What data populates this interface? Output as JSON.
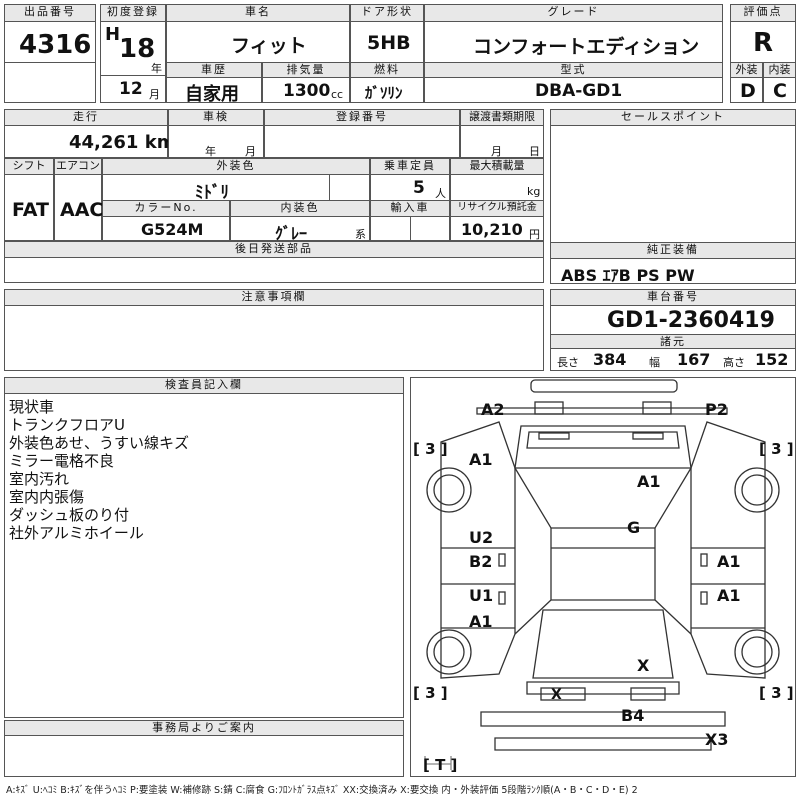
{
  "header": {
    "lot_label": "出品番号",
    "lot_no": "4316",
    "first_reg_label": "初度登録",
    "era": "H",
    "year": "18",
    "year_unit": "年",
    "month": "12",
    "month_unit": "月",
    "car_name_label": "車名",
    "car_name": "フィット",
    "door_label": "ドア形状",
    "door": "5HB",
    "grade_label": "グレード",
    "grade": "コンフォートエディション",
    "score_label": "評価点",
    "score": "R",
    "history_label": "車歴",
    "history": "自家用",
    "displacement_label": "排気量",
    "displacement": "1300",
    "displacement_unit": "cc",
    "fuel_label": "燃料",
    "fuel": "ｶﾞｿﾘﾝ",
    "model_label": "型式",
    "model": "DBA-GD1",
    "exterior_label": "外装",
    "exterior": "D",
    "interior_label": "内装",
    "interior": "C"
  },
  "details": {
    "mileage_label": "走行",
    "mileage": "44,261 km",
    "inspection_label": "車検",
    "year_unit": "年",
    "month_unit": "月",
    "day_unit": "日",
    "reg_no_label": "登録番号",
    "transfer_label": "譲渡書類期限",
    "shift_label": "シフト",
    "shift": "FAT",
    "ac_label": "エアコン",
    "ac": "AAC",
    "ext_color_label": "外装色",
    "ext_color": "ﾐﾄﾞﾘ",
    "capacity_label": "乗車定員",
    "capacity": "5",
    "capacity_unit": "人",
    "max_load_label": "最大積載量",
    "max_load_unit": "kg",
    "color_no_label": "カラーNo.",
    "color_no": "G524M",
    "int_color_label": "内装色",
    "int_color": "ｸﾞﾚｰ",
    "int_color_unit": "系",
    "import_label": "輸入車",
    "recycle_label": "リサイクル預託金",
    "recycle": "10,210",
    "recycle_unit": "円",
    "later_parts_label": "後日発送部品",
    "notes_label": "注意事項欄"
  },
  "sales": {
    "sales_points_label": "セールスポイント",
    "equipment_label": "純正装備",
    "equipment": "ABS ｴｱB PS PW",
    "chassis_label": "車台番号",
    "chassis": "GD1-2360419",
    "spec_label": "諸元",
    "length_label": "長さ",
    "length": "384",
    "width_label": "幅",
    "width": "167",
    "height_label": "高さ",
    "height": "152"
  },
  "inspector": {
    "label": "検査員記入欄",
    "lines": [
      "現状車",
      "トランクフロアU",
      "外装色あせ、うすい線キズ",
      "ミラー電格不良",
      "室内汚れ",
      "室内内張傷",
      "ダッシュ板のり付",
      "社外アルミホイール"
    ]
  },
  "office": {
    "label": "事務局よりご案内"
  },
  "diagram": {
    "marks": {
      "front_left": "A2",
      "front_right": "P2",
      "left_front_fender": "A1",
      "hood": "A1",
      "roof": "G",
      "left_front_door": "U2",
      "left_front_door2": "B2",
      "left_rear_door": "U1",
      "left_rear_door2": "A1",
      "right_front_door": "A1",
      "right_rear_door": "A1",
      "rear_glass": "X",
      "rear_garnish": "X",
      "rear_bumper": "B4",
      "rear_corner": "X3"
    },
    "tire_marks": {
      "fl": "3",
      "fr": "3",
      "rl": "3",
      "rr": "3",
      "spare": "T"
    }
  },
  "legend": "A:ｷｽﾞ U:ﾍｺﾐ B:ｷｽﾞを伴うﾍｺﾐ P:要塗装 W:補修跡 S:錆 C:腐食 G:ﾌﾛﾝﾄｶﾞﾗｽ点ｷｽﾞ XX:交換済み X:要交換 内・外装評価 5段階ﾗﾝｸ順(A・B・C・D・E) 2"
}
